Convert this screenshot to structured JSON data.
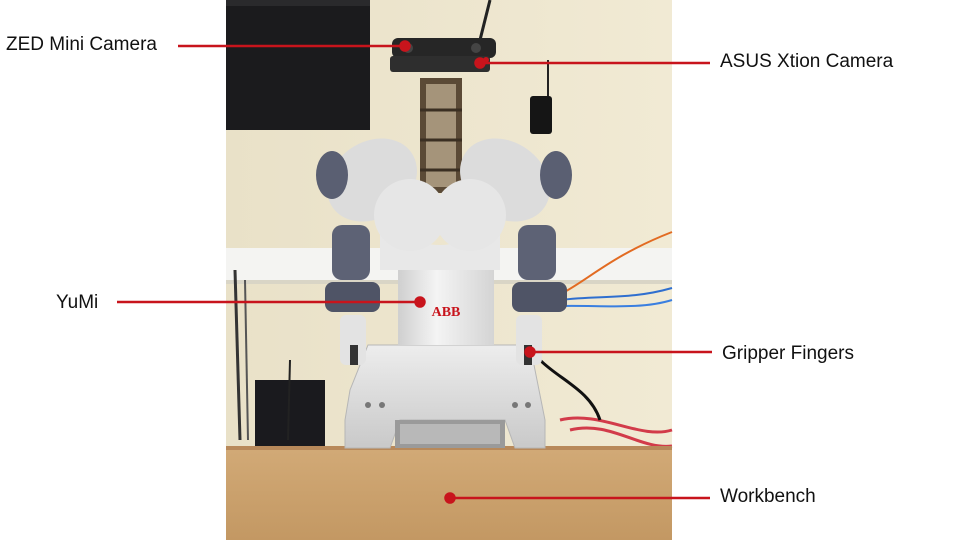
{
  "figure": {
    "photo_description_icon": "robot-photo-icon",
    "labels": {
      "zed": "ZED Mini Camera",
      "asus": "ASUS Xtion Camera",
      "yumi": "YuMi",
      "gripper": "Gripper Fingers",
      "workbench": "Workbench"
    },
    "robot_logo": "ABB",
    "leader_color": "#c8141c"
  }
}
